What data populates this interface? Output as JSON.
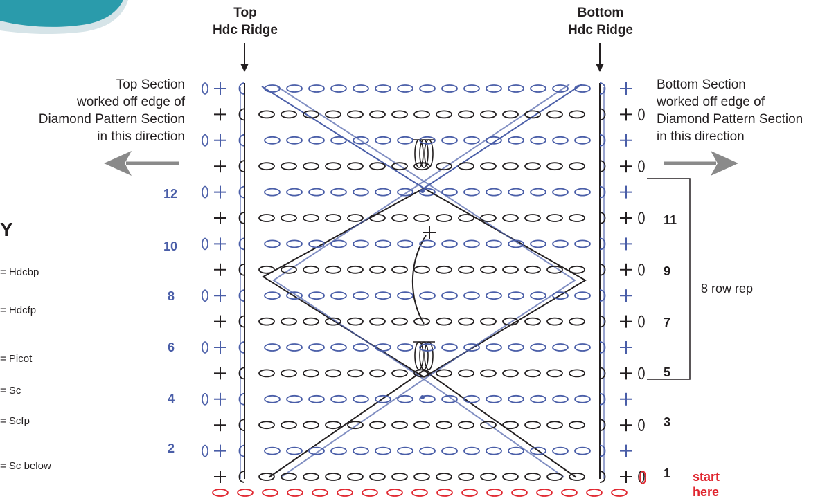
{
  "labels": {
    "top_hdc_ridge_line1": "Top",
    "top_hdc_ridge_line2": "Hdc Ridge",
    "bottom_hdc_ridge_line1": "Bottom",
    "bottom_hdc_ridge_line2": "Hdc Ridge",
    "top_section": [
      "Top Section",
      "worked off edge of",
      "Diamond Pattern Section",
      "in this direction"
    ],
    "bottom_section": [
      "Bottom Section",
      "worked off edge of",
      "Diamond Pattern Section",
      "in this direction"
    ],
    "repeat": "8 row rep",
    "start_line1": "start",
    "start_line2": "here",
    "key_title_fragment": "Y"
  },
  "row_numbers": {
    "left": [
      "12",
      "10",
      "8",
      "6",
      "4",
      "2"
    ],
    "right": [
      "11",
      "9",
      "7",
      "5",
      "3",
      "1"
    ]
  },
  "key": [
    "= Hdcbp",
    "= Hdcfp",
    "= Picot",
    "= Sc",
    "= Scfp",
    "= Sc below"
  ],
  "colors": {
    "black_stitches": "#231f20",
    "blue_stitches": "#4a5ea8",
    "foundation_chain": "#e0262f",
    "arrows": "#8a8a8a",
    "yarn_thumbnail": "#2a9bab"
  }
}
